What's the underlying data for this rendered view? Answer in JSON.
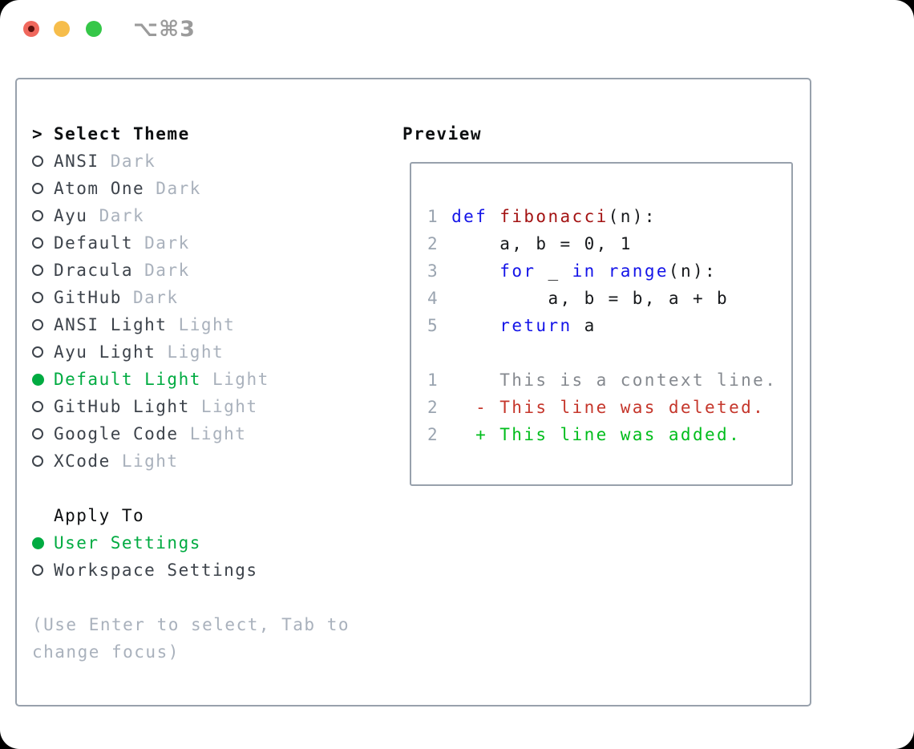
{
  "window": {
    "title": "⌥⌘3"
  },
  "colors": {
    "traffic_red": "#f0685d",
    "traffic_red_dot": "#5b100c",
    "traffic_yellow": "#f6bd4b",
    "traffic_green": "#35c748",
    "border_gray": "#98a1ac",
    "header_text": "#0d0f11",
    "item_text": "#3d434b",
    "variant_text": "#a9b1bc",
    "help_text": "#a9b1bc",
    "selected_green": "#00ab41",
    "line_number": "#9aa4b0",
    "keyword_blue": "#1414e8",
    "function_red": "#a31212",
    "diff_context": "#85898f",
    "diff_deleted": "#c5362b",
    "diff_added": "#00bd1c"
  },
  "theme_picker": {
    "prompt": ">",
    "title": "Select Theme",
    "themes": [
      {
        "name": "ANSI",
        "variant": "Dark",
        "selected": false
      },
      {
        "name": "Atom One",
        "variant": "Dark",
        "selected": false
      },
      {
        "name": "Ayu",
        "variant": "Dark",
        "selected": false
      },
      {
        "name": "Default",
        "variant": "Dark",
        "selected": false
      },
      {
        "name": "Dracula",
        "variant": "Dark",
        "selected": false
      },
      {
        "name": "GitHub",
        "variant": "Dark",
        "selected": false
      },
      {
        "name": "ANSI Light",
        "variant": "Light",
        "selected": false
      },
      {
        "name": "Ayu Light",
        "variant": "Light",
        "selected": false
      },
      {
        "name": "Default Light",
        "variant": "Light",
        "selected": true
      },
      {
        "name": "GitHub Light",
        "variant": "Light",
        "selected": false
      },
      {
        "name": "Google Code",
        "variant": "Light",
        "selected": false
      },
      {
        "name": "XCode",
        "variant": "Light",
        "selected": false
      }
    ],
    "apply_to": {
      "title": "Apply To",
      "options": [
        {
          "label": "User Settings",
          "selected": true
        },
        {
          "label": "Workspace Settings",
          "selected": false
        }
      ]
    },
    "help_lines": [
      "(Use Enter to select, Tab to",
      "change focus)"
    ]
  },
  "preview": {
    "title": "Preview",
    "code_lines": [
      {
        "num": "1",
        "tokens": [
          {
            "t": "def",
            "c": "kw"
          },
          {
            "t": " "
          },
          {
            "t": "fibonacci",
            "c": "fn"
          },
          {
            "t": "(n):"
          }
        ]
      },
      {
        "num": "2",
        "tokens": [
          {
            "t": "    a, b = 0, 1"
          }
        ]
      },
      {
        "num": "3",
        "tokens": [
          {
            "t": "    "
          },
          {
            "t": "for",
            "c": "kw"
          },
          {
            "t": " _ "
          },
          {
            "t": "in",
            "c": "kw"
          },
          {
            "t": " "
          },
          {
            "t": "range",
            "c": "kw"
          },
          {
            "t": "(n):"
          }
        ]
      },
      {
        "num": "4",
        "tokens": [
          {
            "t": "        a, b = b, a + b"
          }
        ]
      },
      {
        "num": "5",
        "tokens": [
          {
            "t": "    "
          },
          {
            "t": "return",
            "c": "kw"
          },
          {
            "t": " a"
          }
        ]
      }
    ],
    "diff_lines": [
      {
        "num": "1",
        "content": "     This is a context line.",
        "kind": "context"
      },
      {
        "num": "2",
        "content": "   - This line was deleted.",
        "kind": "deleted"
      },
      {
        "num": "2",
        "content": "   + This line was added.",
        "kind": "added"
      }
    ]
  }
}
